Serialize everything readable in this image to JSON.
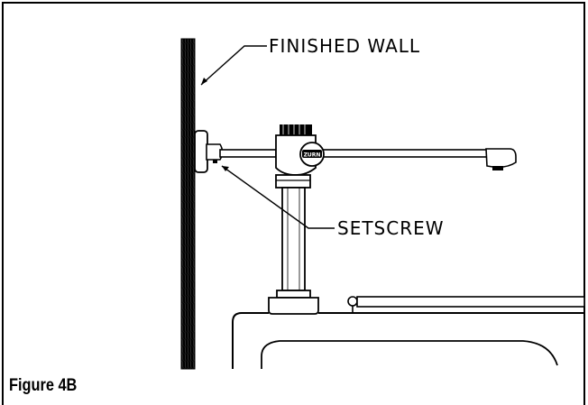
{
  "figure": {
    "caption": "Figure 4B",
    "labels": {
      "finished_wall": "FINISHED WALL",
      "setscrew": "SETSCREW"
    },
    "badge_text": "ZURN"
  }
}
